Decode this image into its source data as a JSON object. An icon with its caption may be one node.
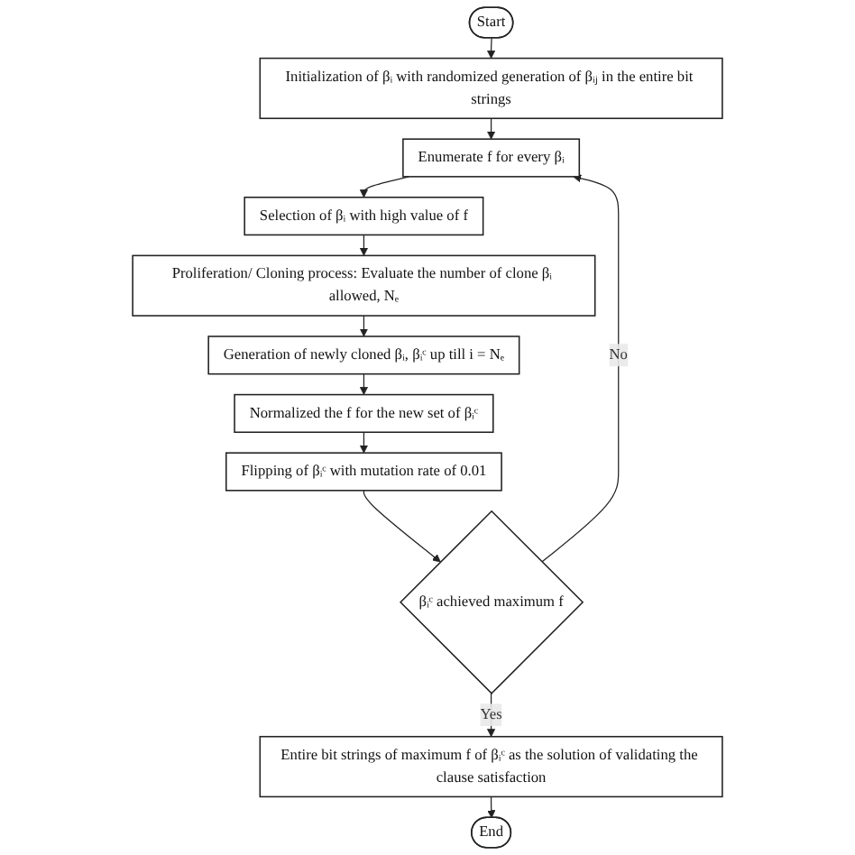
{
  "diagram": {
    "nodes": [
      {
        "text": [
          "Start"
        ]
      },
      {
        "text": [
          "Initialization of βᵢ with randomized generation of βᵢⱼ in the entire bit strings"
        ]
      },
      {
        "text": [
          "Enumerate f for every βᵢ"
        ]
      },
      {
        "text": [
          "Selection of βᵢ with high value of f"
        ]
      },
      {
        "text": [
          "Proliferation/ Cloning process: Evaluate the number of clone βᵢ allowed, Nₑ"
        ]
      },
      {
        "text": [
          "Generation of newly cloned βᵢ, βᵢᶜ up till i = Nₑ"
        ]
      },
      {
        "text": [
          "Normalized the f for the new set of βᵢᶜ"
        ]
      },
      {
        "text": [
          "Flipping of βᵢᶜ with mutation rate of 0.01"
        ]
      },
      {
        "text": [
          "βᵢᶜ achieved maximum f"
        ]
      },
      {
        "text": [
          "Entire bit strings of maximum f of βᵢᶜ as the solution of validating the clause satisfaction"
        ]
      },
      {
        "text": [
          "End"
        ]
      }
    ],
    "edges": [
      {
        "from": 0,
        "to": 1,
        "arrow": "to"
      },
      {
        "from": 1,
        "to": 2,
        "arrow": "to"
      },
      {
        "from": 2,
        "to": 3,
        "arrow": "to"
      },
      {
        "from": 3,
        "to": 4,
        "arrow": "to"
      },
      {
        "from": 4,
        "to": 5,
        "arrow": "to"
      },
      {
        "from": 5,
        "to": 6,
        "arrow": "to"
      },
      {
        "from": 6,
        "to": 7,
        "arrow": "to"
      },
      {
        "from": 7,
        "to": 8,
        "arrow": "to"
      },
      {
        "from": 8,
        "to": 2,
        "arrow": "to",
        "label": "No"
      },
      {
        "from": 8,
        "to": 9,
        "arrow": "to",
        "label": "Yes"
      },
      {
        "from": 9,
        "to": 10,
        "arrow": "to"
      }
    ]
  }
}
